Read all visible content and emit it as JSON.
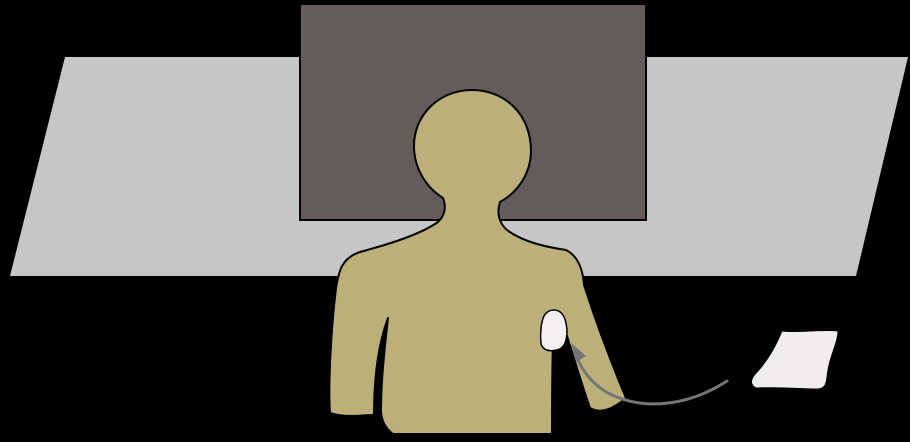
{
  "colors": {
    "background": "#000000",
    "desk": "#c6c6c6",
    "monitor": "#665b5b",
    "person": "#bcb07a",
    "mouse": "#f4f0f0",
    "pad": "#f2eded",
    "arrow": "#767676",
    "outline": "#000000"
  },
  "elements": {
    "desk": "desk-surface",
    "monitor": "monitor-screen",
    "person": "person-silhouette",
    "mouse": "computer-mouse",
    "pad": "paper-sheet",
    "arrow": "movement-arrow"
  }
}
